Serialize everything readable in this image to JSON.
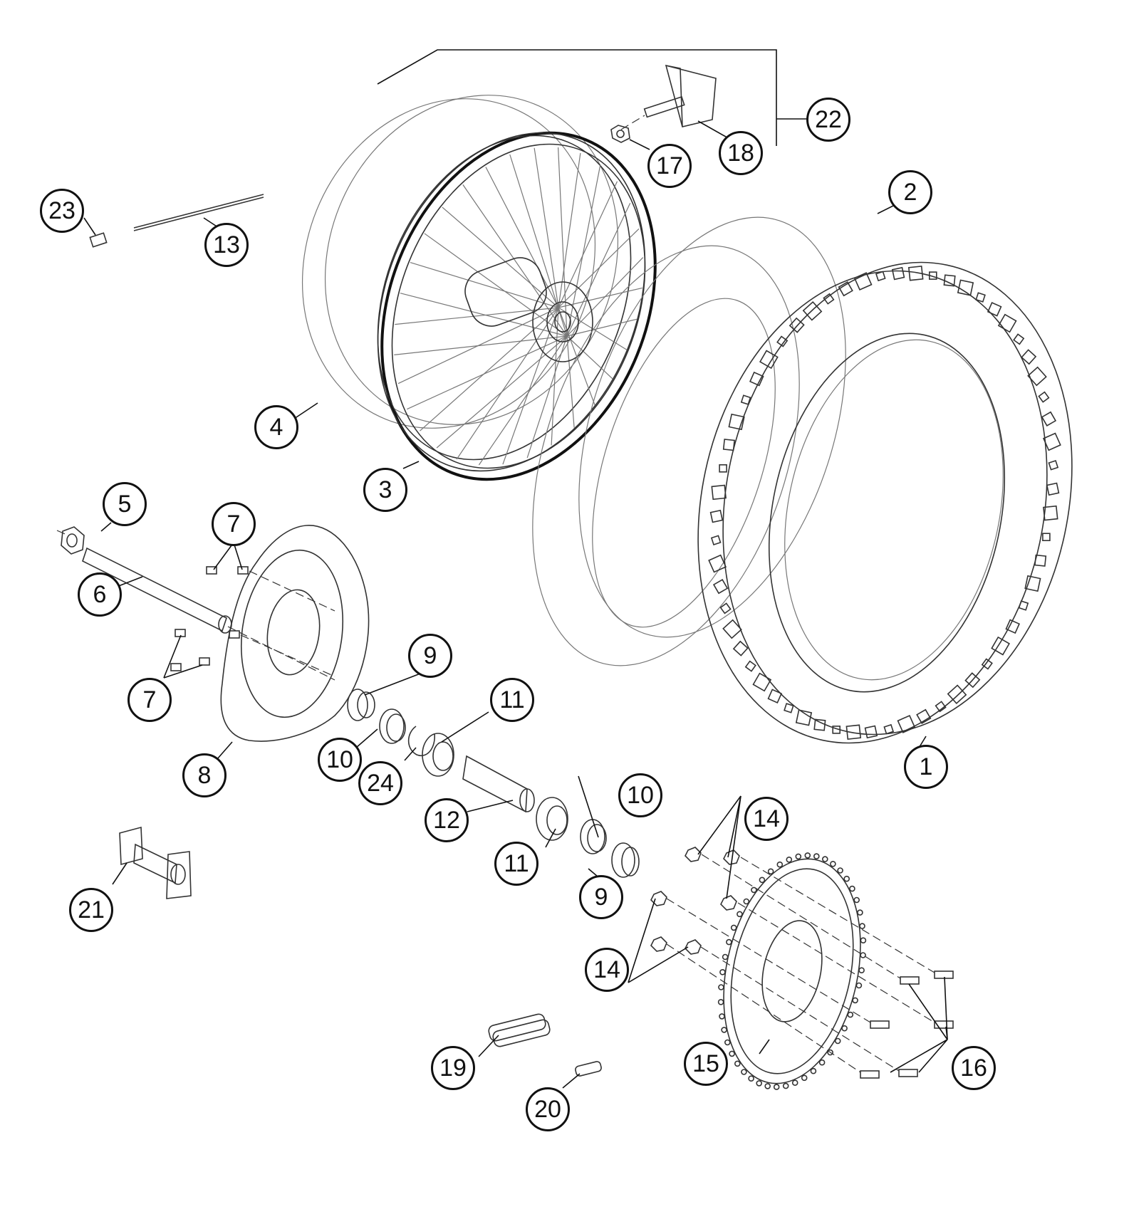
{
  "diagram": {
    "callouts": [
      {
        "id": "c1",
        "label": "1"
      },
      {
        "id": "c2",
        "label": "2"
      },
      {
        "id": "c3",
        "label": "3"
      },
      {
        "id": "c4",
        "label": "4"
      },
      {
        "id": "c5",
        "label": "5"
      },
      {
        "id": "c6",
        "label": "6"
      },
      {
        "id": "c7a",
        "label": "7"
      },
      {
        "id": "c7b",
        "label": "7"
      },
      {
        "id": "c8",
        "label": "8"
      },
      {
        "id": "c9a",
        "label": "9"
      },
      {
        "id": "c9b",
        "label": "9"
      },
      {
        "id": "c10a",
        "label": "10"
      },
      {
        "id": "c10b",
        "label": "10"
      },
      {
        "id": "c11a",
        "label": "11"
      },
      {
        "id": "c11b",
        "label": "11"
      },
      {
        "id": "c12",
        "label": "12"
      },
      {
        "id": "c13",
        "label": "13"
      },
      {
        "id": "c14a",
        "label": "14"
      },
      {
        "id": "c14b",
        "label": "14"
      },
      {
        "id": "c15",
        "label": "15"
      },
      {
        "id": "c16",
        "label": "16"
      },
      {
        "id": "c17",
        "label": "17"
      },
      {
        "id": "c18",
        "label": "18"
      },
      {
        "id": "c19",
        "label": "19"
      },
      {
        "id": "c20",
        "label": "20"
      },
      {
        "id": "c21",
        "label": "21"
      },
      {
        "id": "c22",
        "label": "22"
      },
      {
        "id": "c23",
        "label": "23"
      },
      {
        "id": "c24",
        "label": "24"
      }
    ]
  }
}
